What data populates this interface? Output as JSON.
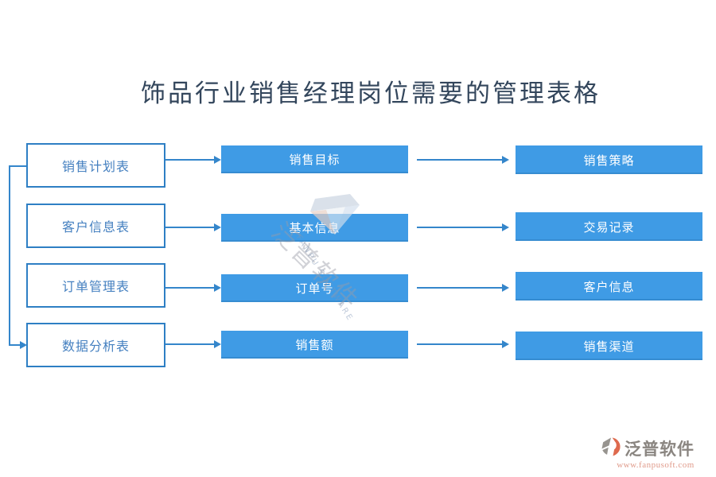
{
  "title": "饰品行业销售经理岗位需要的管理表格",
  "rows": [
    {
      "left": "销售计划表",
      "middle": "销售目标",
      "right": "销售策略"
    },
    {
      "left": "客户信息表",
      "middle": "基本信息",
      "right": "交易记录"
    },
    {
      "left": "订单管理表",
      "middle": "订单号",
      "right": "客户信息"
    },
    {
      "left": "数据分析表",
      "middle": "销售额",
      "right": "销售渠道"
    }
  ],
  "watermark": {
    "text": "泛普软件",
    "latin": "FANPU SOFTWARE"
  },
  "logo": {
    "name": "泛普软件",
    "url": "www.fanpusoft.com"
  },
  "colors": {
    "box_fill": "#3f9be5",
    "box_border": "#2e7fc4",
    "arrow": "#3486cb",
    "title_text": "#33465c",
    "left_box_text": "#4580c0",
    "logo_accent": "#de6a4e",
    "logo_gray": "#97948f",
    "logo_url_text": "#e09a8a"
  }
}
